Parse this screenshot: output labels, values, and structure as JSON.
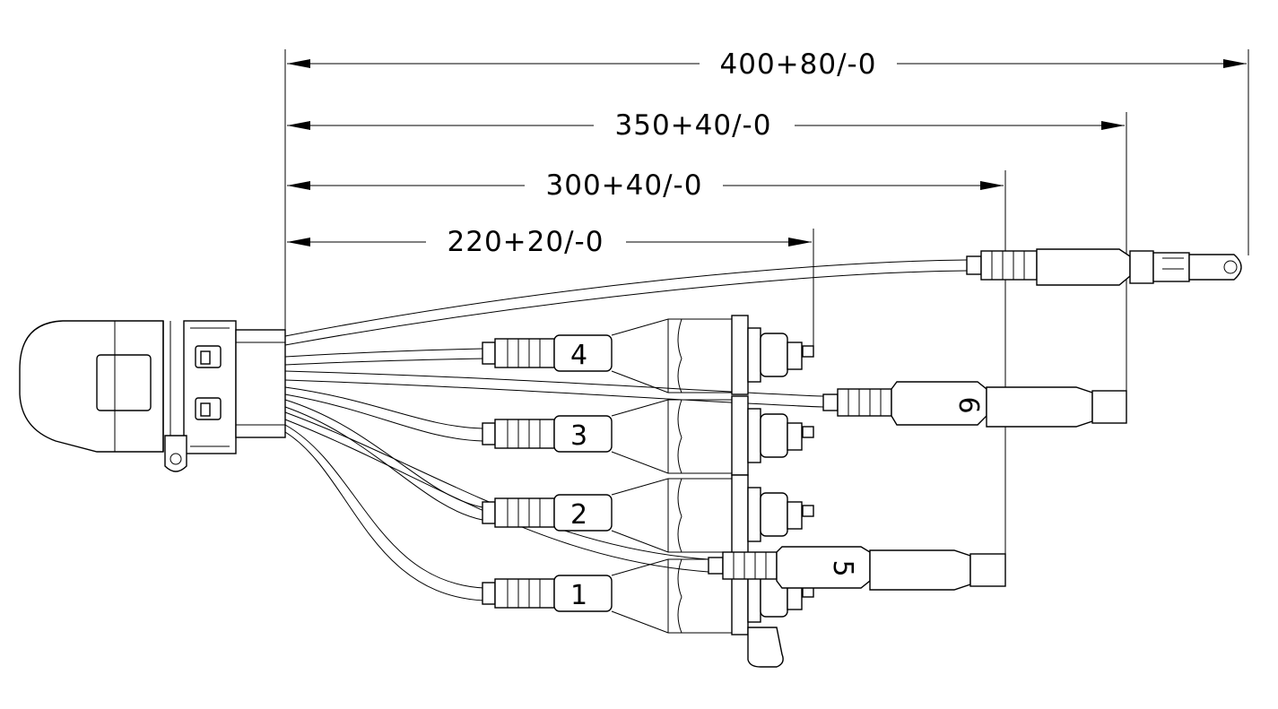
{
  "dimensions": [
    {
      "id": "d400",
      "text": "400+80/-0"
    },
    {
      "id": "d350",
      "text": "350+40/-0"
    },
    {
      "id": "d300",
      "text": "300+40/-0"
    },
    {
      "id": "d220",
      "text": "220+20/-0"
    }
  ],
  "legs": [
    {
      "id": "leg1",
      "label": "1"
    },
    {
      "id": "leg2",
      "label": "2"
    },
    {
      "id": "leg3",
      "label": "3"
    },
    {
      "id": "leg4",
      "label": "4"
    },
    {
      "id": "leg5",
      "label": "5"
    },
    {
      "id": "leg6",
      "label": "6"
    }
  ]
}
